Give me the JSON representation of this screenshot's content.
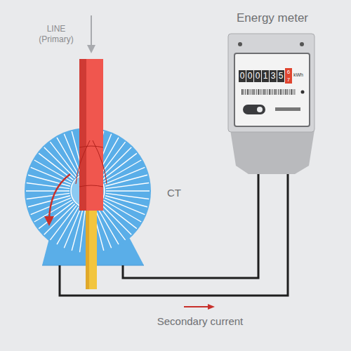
{
  "diagram": {
    "nodes": [
      {
        "text": [
          "CT"
        ]
      },
      {
        "text": [
          "Energy meter"
        ]
      }
    ],
    "edges": [
      {
        "from": 0,
        "to": 1,
        "arrow": "none"
      },
      {
        "from": 0,
        "to": 1,
        "arrow": "none"
      }
    ],
    "labels": [
      "LINE (Primary)",
      "Secondary current",
      "0",
      "0",
      "0",
      "1",
      "3",
      "5",
      "6",
      "7",
      "kWh"
    ]
  }
}
